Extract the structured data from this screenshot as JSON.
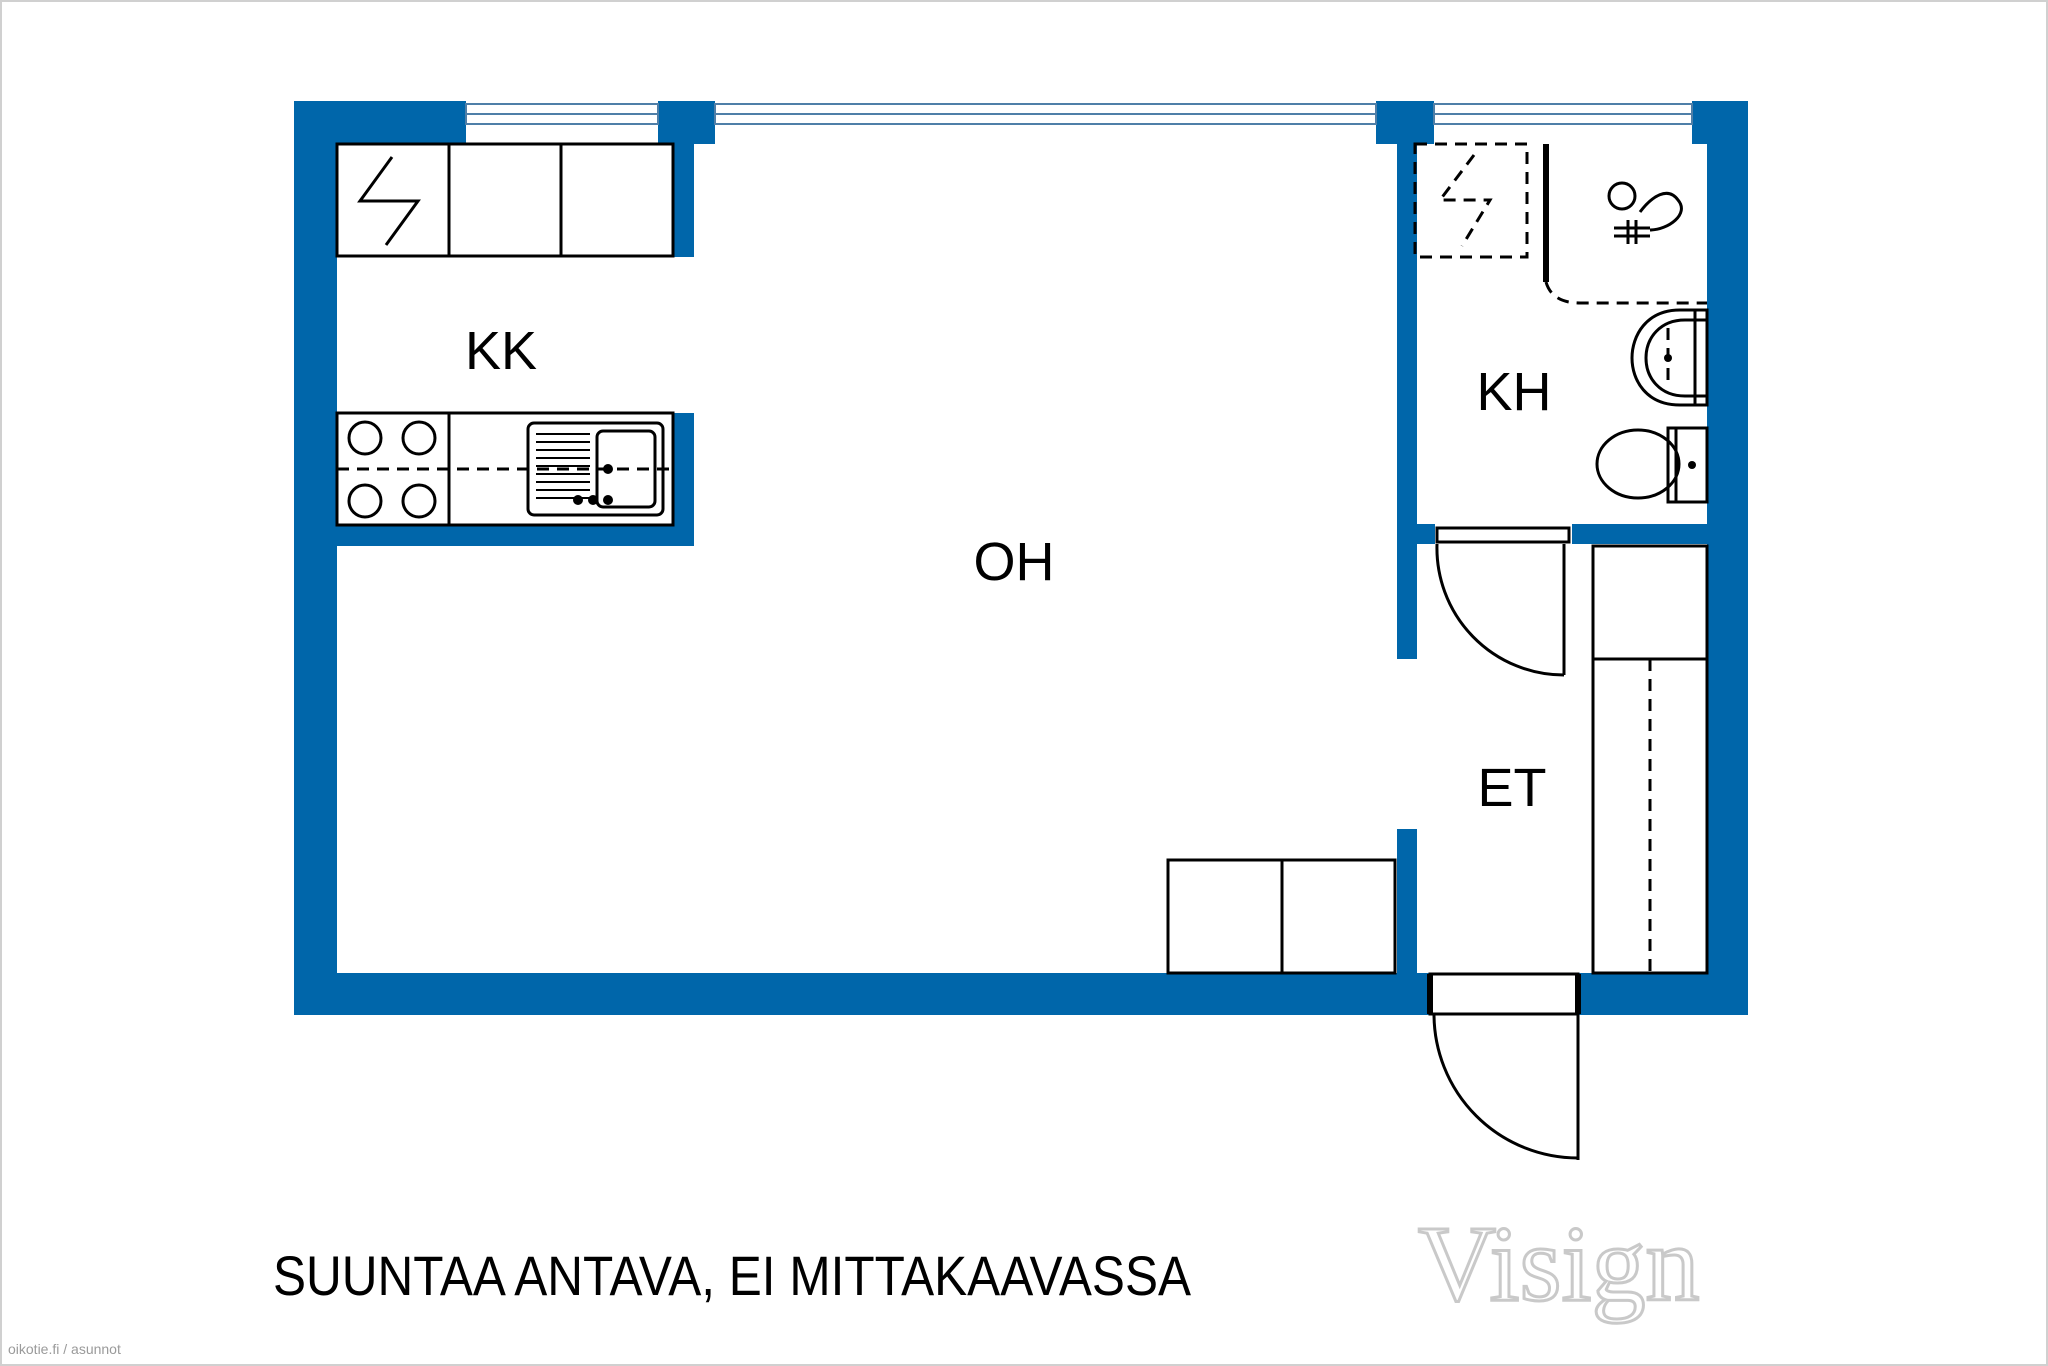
{
  "rooms": {
    "kitchen": "KK",
    "living": "OH",
    "bathroom": "KH",
    "hall": "ET"
  },
  "caption": "SUUNTAA ANTAVA, EI MITTAKAAVASSA",
  "logo": "Visign",
  "source": "oikotie.fi / asunnot",
  "colors": {
    "wall": "#0066aa",
    "line": "#000000",
    "background": "#ffffff"
  }
}
